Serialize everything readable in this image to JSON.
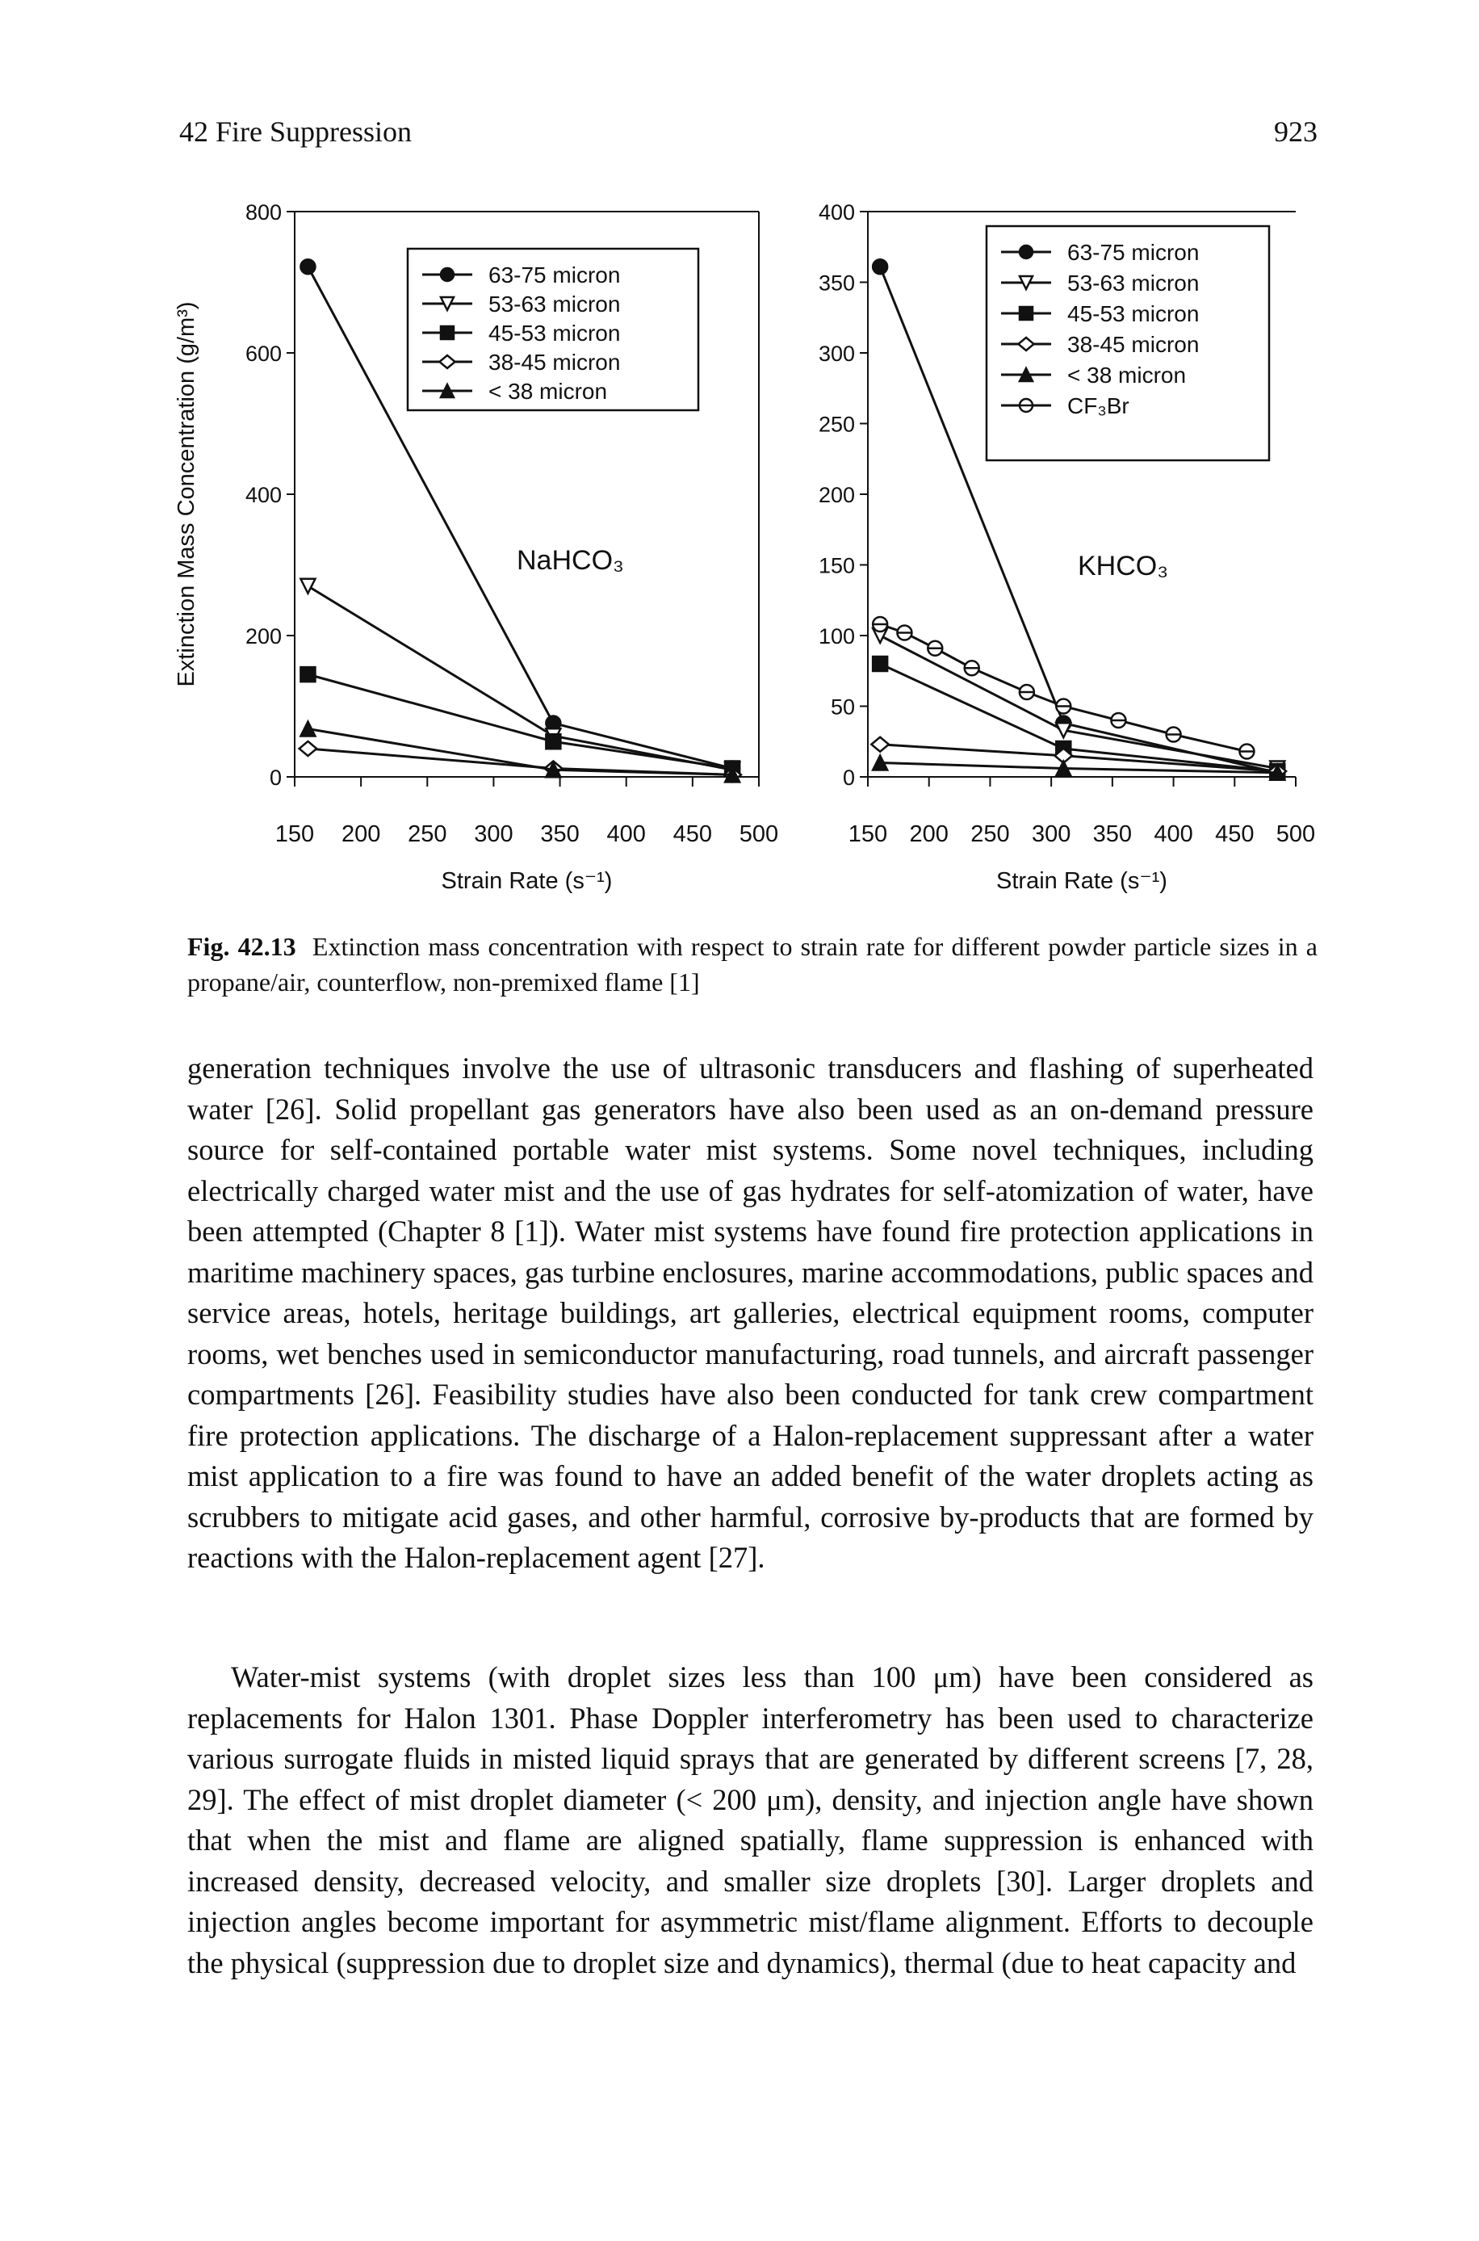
{
  "header": {
    "left": "42  Fire Suppression",
    "right": "923"
  },
  "chart_data": [
    {
      "type": "line",
      "title": "",
      "annotation": "NaHCO₃",
      "xlabel": "Strain Rate (s⁻¹)",
      "ylabel": "Extinction Mass Concentration (g/m³)",
      "xlim": [
        150,
        500
      ],
      "ylim": [
        0,
        800
      ],
      "xticks": [
        150,
        200,
        250,
        300,
        350,
        400,
        450,
        500
      ],
      "yticks": [
        0,
        200,
        400,
        600,
        800
      ],
      "legend_position": "top-right",
      "series": [
        {
          "name": "63-75 micron",
          "marker": "filled-circle",
          "x": [
            160,
            345,
            480
          ],
          "y": [
            722,
            76,
            12
          ]
        },
        {
          "name": "53-63 micron",
          "marker": "open-triangle-down",
          "x": [
            160,
            345,
            480
          ],
          "y": [
            270,
            58,
            10
          ]
        },
        {
          "name": "45-53 micron",
          "marker": "filled-square",
          "x": [
            160,
            345,
            480
          ],
          "y": [
            145,
            50,
            12
          ]
        },
        {
          "name": "38-45 micron",
          "marker": "open-diamond",
          "x": [
            160,
            345,
            480
          ],
          "y": [
            40,
            12,
            3
          ]
        },
        {
          "name": "< 38 micron",
          "marker": "filled-triangle",
          "x": [
            160,
            345,
            480
          ],
          "y": [
            68,
            10,
            3
          ]
        }
      ]
    },
    {
      "type": "line",
      "title": "",
      "annotation": "KHCO₃",
      "xlabel": "Strain Rate (s⁻¹)",
      "ylabel": "",
      "xlim": [
        150,
        500
      ],
      "ylim": [
        0,
        400
      ],
      "xticks": [
        150,
        200,
        250,
        300,
        350,
        400,
        450,
        500
      ],
      "yticks": [
        0,
        50,
        100,
        150,
        200,
        250,
        300,
        350,
        400
      ],
      "legend_position": "top-right",
      "series": [
        {
          "name": "63-75 micron",
          "marker": "filled-circle",
          "x": [
            160,
            310,
            485
          ],
          "y": [
            361,
            38,
            3
          ]
        },
        {
          "name": "53-63 micron",
          "marker": "open-triangle-down",
          "x": [
            160,
            310,
            485
          ],
          "y": [
            100,
            33,
            6
          ]
        },
        {
          "name": "45-53 micron",
          "marker": "filled-square",
          "x": [
            160,
            310,
            485
          ],
          "y": [
            80,
            20,
            4
          ]
        },
        {
          "name": "38-45 micron",
          "marker": "open-diamond",
          "x": [
            160,
            310,
            485
          ],
          "y": [
            23,
            15,
            4
          ]
        },
        {
          "name": "< 38 micron",
          "marker": "filled-triangle",
          "x": [
            160,
            310,
            485
          ],
          "y": [
            10,
            6,
            3
          ]
        },
        {
          "name": "CF₃Br",
          "marker": "circle-bar",
          "x": [
            160,
            180,
            205,
            235,
            280,
            310,
            355,
            400,
            460
          ],
          "y": [
            108,
            102,
            91,
            77,
            60,
            50,
            40,
            30,
            18
          ]
        }
      ]
    }
  ],
  "caption": {
    "label": "Fig. 42.13",
    "text": "Extinction mass concentration with respect to strain rate for different powder particle sizes in a propane/air, counterflow, non-premixed flame [1]"
  },
  "paragraphs": [
    "generation techniques involve the use of ultrasonic transducers and flashing of superheated water [26]. Solid propellant gas generators have also been used as an on-demand pressure source for self-contained portable water mist systems. Some novel techniques, including electrically charged water mist and the use of gas hydrates for self-atomization of water, have been attempted (Chapter 8 [1]). Water mist systems have found fire protection applications in maritime machinery spaces, gas turbine enclosures, marine accommodations, public spaces and service areas, hotels, heritage buildings, art galleries, electrical equipment rooms, computer rooms, wet benches used in semiconductor manufacturing, road tunnels, and aircraft passenger compartments [26]. Feasibility studies have also been conducted for tank crew compartment fire protection applications. The discharge of a Halon-replacement suppressant after a water mist application to a fire was found to have an added benefit of the water droplets acting as scrubbers to mitigate acid gases, and other harmful, corrosive by-products that are formed by reactions with the Halon-replacement agent [27].",
    "Water-mist systems (with droplet sizes less than 100 μm) have been considered as replacements for Halon 1301. Phase Doppler interferometry has been used to characterize various surrogate fluids in misted liquid sprays that are generated by different screens [7, 28, 29]. The effect of mist droplet diameter (< 200 μm), density, and injection angle have shown that when the mist and flame are aligned spatially, flame suppression is enhanced with increased density, decreased velocity, and smaller size droplets [30]. Larger droplets and injection angles become important for asymmetric mist/flame alignment. Efforts to decouple the physical (suppression due to droplet size and dynamics), thermal (due to heat capacity and"
  ]
}
